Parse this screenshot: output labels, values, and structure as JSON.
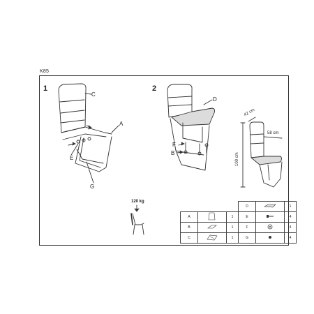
{
  "model": "K85",
  "steps": [
    "1",
    "2"
  ],
  "callouts": {
    "A": "A",
    "B": "B",
    "C": "C",
    "D": "D",
    "E": "E",
    "F": "F",
    "G": "G"
  },
  "dimensions": {
    "width": "42 cm",
    "depth": "58 cm",
    "height": "100 cm"
  },
  "load": "120 kg",
  "parts": [
    {
      "letter": "A",
      "qty": "1",
      "letter2": "E",
      "qty2": "4",
      "icon": "backrest-part-icon",
      "icon2": "bolt-icon"
    },
    {
      "letter": "B",
      "qty": "1",
      "letter2": "F",
      "qty2": "4",
      "icon": "seat-frame-icon",
      "icon2": "washer-icon"
    },
    {
      "letter": "C",
      "qty": "1",
      "letter2": "G",
      "qty2": "4",
      "icon": "base-frame-icon",
      "icon2": "cap-icon"
    }
  ],
  "parts_top": {
    "letter": "D",
    "qty": "1",
    "icon": "seat-cushion-icon"
  },
  "colors": {
    "line": "#333333",
    "frame": "#333333",
    "seat": "#dcdcdc"
  }
}
